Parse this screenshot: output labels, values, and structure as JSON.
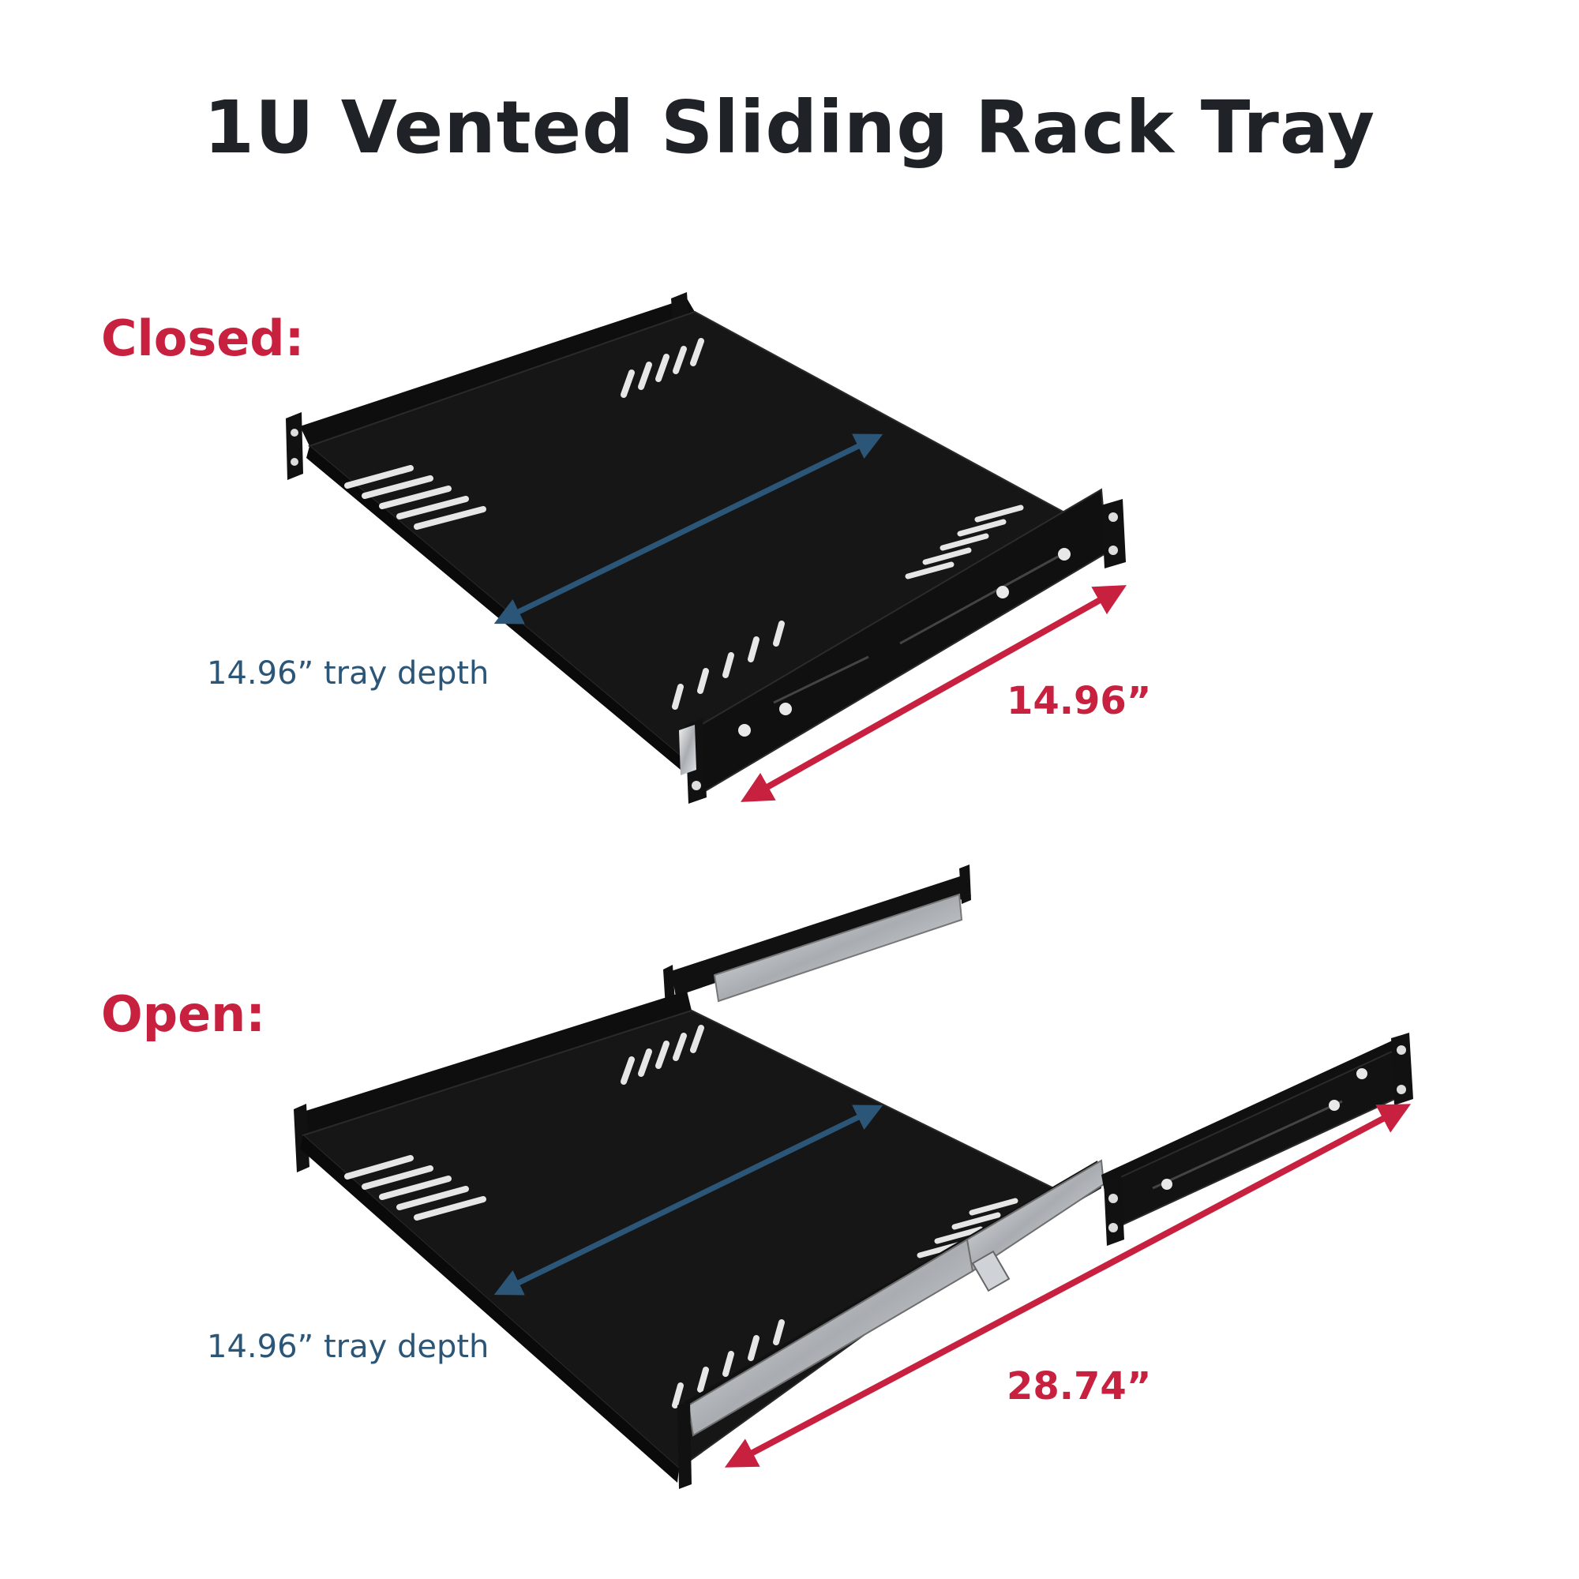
{
  "title": "1U Vented Sliding Rack Tray",
  "closed": {
    "label": "Closed:",
    "depth_label": "14.96” tray depth",
    "dimension": "14.96”"
  },
  "open": {
    "label": "Open:",
    "depth_label": "14.96” tray depth",
    "dimension": "28.74”"
  },
  "colors": {
    "title": "#1f2328",
    "accent_red": "#c8203f",
    "accent_blue": "#2c5677",
    "tray": "#141414"
  },
  "icons": [
    "closed-tray-illustration",
    "open-tray-illustration",
    "double-arrow"
  ]
}
